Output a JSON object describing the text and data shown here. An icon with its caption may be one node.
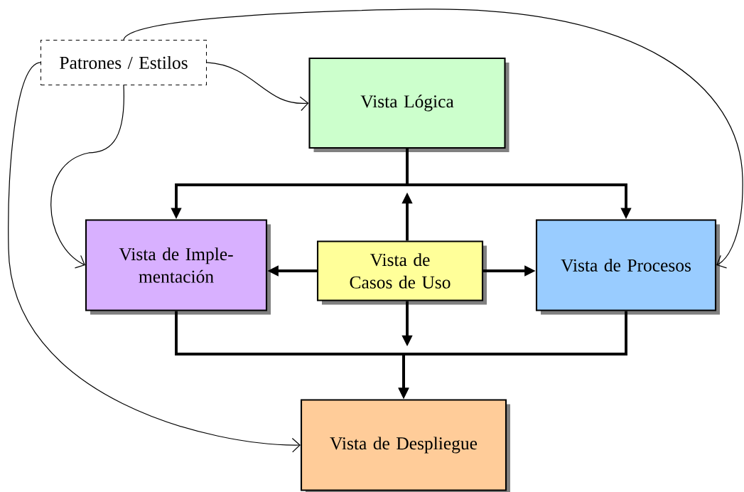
{
  "diagram": {
    "nodes": [
      {
        "text": [
          "Patrones / Estilos"
        ]
      },
      {
        "text": [
          "Vista Lógica"
        ]
      },
      {
        "text": [
          "Vista de Imple- mentación"
        ]
      },
      {
        "text": [
          "Vista de Casos de Uso"
        ]
      },
      {
        "text": [
          "Vista de Procesos"
        ]
      },
      {
        "text": [
          "Vista de Despliegue"
        ]
      }
    ],
    "edges": [
      {
        "from": 0,
        "to": 1,
        "arrow": "to"
      },
      {
        "from": 0,
        "to": 2,
        "arrow": "to"
      },
      {
        "from": 0,
        "to": 4,
        "arrow": "to"
      },
      {
        "from": 0,
        "to": 5,
        "arrow": "to"
      },
      {
        "from": 1,
        "to": 2,
        "arrow": "to"
      },
      {
        "from": 1,
        "to": 4,
        "arrow": "to"
      },
      {
        "from": 3,
        "to": 2,
        "arrow": "to"
      },
      {
        "from": 3,
        "to": 4,
        "arrow": "to"
      },
      {
        "from": 3,
        "to": null,
        "arrow": "to"
      },
      {
        "from": 3,
        "to": null,
        "arrow": "to"
      },
      {
        "from": 2,
        "to": 5,
        "arrow": "to"
      },
      {
        "from": 4,
        "to": 5,
        "arrow": "to"
      }
    ]
  }
}
